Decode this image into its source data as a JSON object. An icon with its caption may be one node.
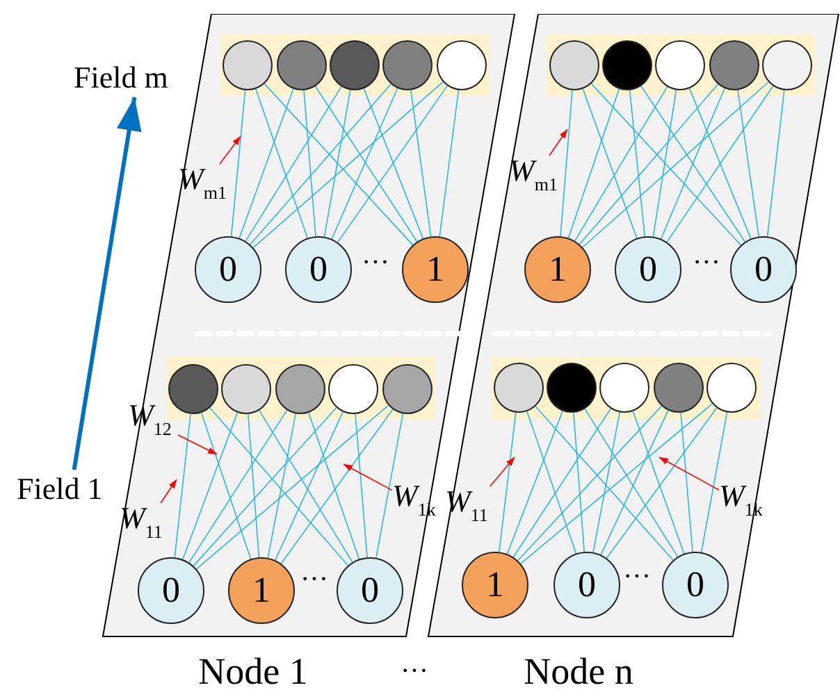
{
  "diagram": {
    "nodes": [
      {
        "text": [
          "Field m"
        ]
      },
      {
        "text": [
          "Field 1"
        ]
      },
      {
        "text": [
          "Node 1"
        ]
      },
      {
        "text": [],
        "shape": "bar",
        "in": 2
      },
      {
        "text": [],
        "shape": "circle",
        "in": 3
      },
      {
        "text": [],
        "shape": "circle",
        "in": 3
      },
      {
        "text": [],
        "shape": "circle",
        "in": 3
      },
      {
        "text": [],
        "shape": "circle",
        "in": 3
      },
      {
        "text": [],
        "shape": "circle",
        "in": 3
      },
      {
        "text": [
          "0"
        ],
        "in": 2
      },
      {
        "text": [
          "0"
        ],
        "in": 2
      },
      {
        "text": [
          "1"
        ],
        "in": 2
      },
      {
        "text": [],
        "shape": "bar",
        "in": 2
      },
      {
        "text": [],
        "shape": "circle",
        "in": 12
      },
      {
        "text": [],
        "shape": "circle",
        "in": 12
      },
      {
        "text": [],
        "shape": "circle",
        "in": 12
      },
      {
        "text": [],
        "shape": "circle",
        "in": 12
      },
      {
        "text": [],
        "shape": "circle",
        "in": 12
      },
      {
        "text": [
          "0"
        ],
        "in": 2
      },
      {
        "text": [
          "1"
        ],
        "in": 2
      },
      {
        "text": [
          "0"
        ],
        "in": 2
      },
      {
        "text": [
          "*W*$_{m1}$"
        ],
        "in": 2
      },
      {
        "text": [
          "*W*$_{12}$"
        ],
        "in": 2
      },
      {
        "text": [
          "*W*$_{11}$"
        ],
        "in": 2
      },
      {
        "text": [
          "*W*$_{1k}$"
        ],
        "in": 2
      },
      {
        "text": [
          "Node n"
        ]
      },
      {
        "text": [],
        "shape": "bar",
        "in": 25
      },
      {
        "text": [],
        "shape": "circle",
        "in": 26
      },
      {
        "text": [],
        "shape": "circle",
        "in": 26
      },
      {
        "text": [],
        "shape": "circle",
        "in": 26
      },
      {
        "text": [],
        "shape": "circle",
        "in": 26
      },
      {
        "text": [],
        "shape": "circle",
        "in": 26
      },
      {
        "text": [
          "1"
        ],
        "in": 25
      },
      {
        "text": [
          "0"
        ],
        "in": 25
      },
      {
        "text": [
          "0"
        ],
        "in": 25
      },
      {
        "text": [],
        "shape": "bar",
        "in": 25
      },
      {
        "text": [],
        "shape": "circle",
        "in": 35
      },
      {
        "text": [],
        "shape": "circle",
        "in": 35
      },
      {
        "text": [],
        "shape": "circle",
        "in": 35
      },
      {
        "text": [],
        "shape": "circle",
        "in": 35
      },
      {
        "text": [],
        "shape": "circle",
        "in": 35
      },
      {
        "text": [
          "1"
        ],
        "in": 25
      },
      {
        "text": [
          "0"
        ],
        "in": 25
      },
      {
        "text": [
          "0"
        ],
        "in": 25
      },
      {
        "text": [
          "*W*$_{m1}$"
        ],
        "in": 25
      },
      {
        "text": [
          "*W*$_{11}$"
        ],
        "in": 25
      },
      {
        "text": [
          "*W*$_{1k}$"
        ],
        "in": 25
      }
    ],
    "edges": [
      {
        "from": 1,
        "to": 0,
        "arrow": "to",
        "color": "#0070c0",
        "style": "thick"
      },
      {
        "from": 9,
        "to": 4,
        "arrow": "none"
      },
      {
        "from": 9,
        "to": 5,
        "arrow": "none"
      },
      {
        "from": 9,
        "to": 6,
        "arrow": "none"
      },
      {
        "from": 9,
        "to": 7,
        "arrow": "none"
      },
      {
        "from": 9,
        "to": 8,
        "arrow": "none"
      },
      {
        "from": 10,
        "to": 4,
        "arrow": "none"
      },
      {
        "from": 10,
        "to": 5,
        "arrow": "none"
      },
      {
        "from": 10,
        "to": 6,
        "arrow": "none"
      },
      {
        "from": 10,
        "to": 7,
        "arrow": "none"
      },
      {
        "from": 10,
        "to": 8,
        "arrow": "none"
      },
      {
        "from": 11,
        "to": 4,
        "arrow": "none"
      },
      {
        "from": 11,
        "to": 5,
        "arrow": "none"
      },
      {
        "from": 11,
        "to": 6,
        "arrow": "none"
      },
      {
        "from": 11,
        "to": 7,
        "arrow": "none"
      },
      {
        "from": 11,
        "to": 8,
        "arrow": "none"
      },
      {
        "from": 18,
        "to": 13,
        "arrow": "none"
      },
      {
        "from": 18,
        "to": 14,
        "arrow": "none"
      },
      {
        "from": 18,
        "to": 15,
        "arrow": "none"
      },
      {
        "from": 18,
        "to": 16,
        "arrow": "none"
      },
      {
        "from": 18,
        "to": 17,
        "arrow": "none"
      },
      {
        "from": 19,
        "to": 13,
        "arrow": "none"
      },
      {
        "from": 19,
        "to": 14,
        "arrow": "none"
      },
      {
        "from": 19,
        "to": 15,
        "arrow": "none"
      },
      {
        "from": 19,
        "to": 16,
        "arrow": "none"
      },
      {
        "from": 19,
        "to": 17,
        "arrow": "none"
      },
      {
        "from": 20,
        "to": 13,
        "arrow": "none"
      },
      {
        "from": 20,
        "to": 14,
        "arrow": "none"
      },
      {
        "from": 20,
        "to": 15,
        "arrow": "none"
      },
      {
        "from": 20,
        "to": 16,
        "arrow": "none"
      },
      {
        "from": 20,
        "to": 17,
        "arrow": "none"
      },
      {
        "from": 32,
        "to": 27,
        "arrow": "none"
      },
      {
        "from": 32,
        "to": 28,
        "arrow": "none"
      },
      {
        "from": 32,
        "to": 29,
        "arrow": "none"
      },
      {
        "from": 32,
        "to": 30,
        "arrow": "none"
      },
      {
        "from": 32,
        "to": 31,
        "arrow": "none"
      },
      {
        "from": 33,
        "to": 27,
        "arrow": "none"
      },
      {
        "from": 33,
        "to": 28,
        "arrow": "none"
      },
      {
        "from": 33,
        "to": 29,
        "arrow": "none"
      },
      {
        "from": 33,
        "to": 30,
        "arrow": "none"
      },
      {
        "from": 33,
        "to": 31,
        "arrow": "none"
      },
      {
        "from": 34,
        "to": 27,
        "arrow": "none"
      },
      {
        "from": 34,
        "to": 28,
        "arrow": "none"
      },
      {
        "from": 34,
        "to": 29,
        "arrow": "none"
      },
      {
        "from": 34,
        "to": 30,
        "arrow": "none"
      },
      {
        "from": 34,
        "to": 31,
        "arrow": "none"
      },
      {
        "from": 41,
        "to": 36,
        "arrow": "none"
      },
      {
        "from": 41,
        "to": 37,
        "arrow": "none"
      },
      {
        "from": 41,
        "to": 38,
        "arrow": "none"
      },
      {
        "from": 41,
        "to": 39,
        "arrow": "none"
      },
      {
        "from": 41,
        "to": 40,
        "arrow": "none"
      },
      {
        "from": 42,
        "to": 36,
        "arrow": "none"
      },
      {
        "from": 42,
        "to": 37,
        "arrow": "none"
      },
      {
        "from": 42,
        "to": 38,
        "arrow": "none"
      },
      {
        "from": 42,
        "to": 39,
        "arrow": "none"
      },
      {
        "from": 42,
        "to": 40,
        "arrow": "none"
      },
      {
        "from": 43,
        "to": 36,
        "arrow": "none"
      },
      {
        "from": 43,
        "to": 37,
        "arrow": "none"
      },
      {
        "from": 43,
        "to": 38,
        "arrow": "none"
      },
      {
        "from": 43,
        "to": 39,
        "arrow": "none"
      },
      {
        "from": 43,
        "to": 40,
        "arrow": "none"
      },
      {
        "from": 21,
        "to": null,
        "arrow": "to",
        "color": "#ff0000"
      },
      {
        "from": 22,
        "to": null,
        "arrow": "to",
        "color": "#ff0000"
      },
      {
        "from": 23,
        "to": null,
        "arrow": "to",
        "color": "#ff0000"
      },
      {
        "from": 24,
        "to": null,
        "arrow": "to",
        "color": "#ff0000"
      },
      {
        "from": 44,
        "to": null,
        "arrow": "to",
        "color": "#ff0000"
      },
      {
        "from": 45,
        "to": null,
        "arrow": "to",
        "color": "#ff0000"
      },
      {
        "from": 46,
        "to": null,
        "arrow": "to",
        "color": "#ff0000"
      }
    ],
    "labels": [
      "···",
      "···",
      "···",
      "···",
      "···"
    ]
  }
}
